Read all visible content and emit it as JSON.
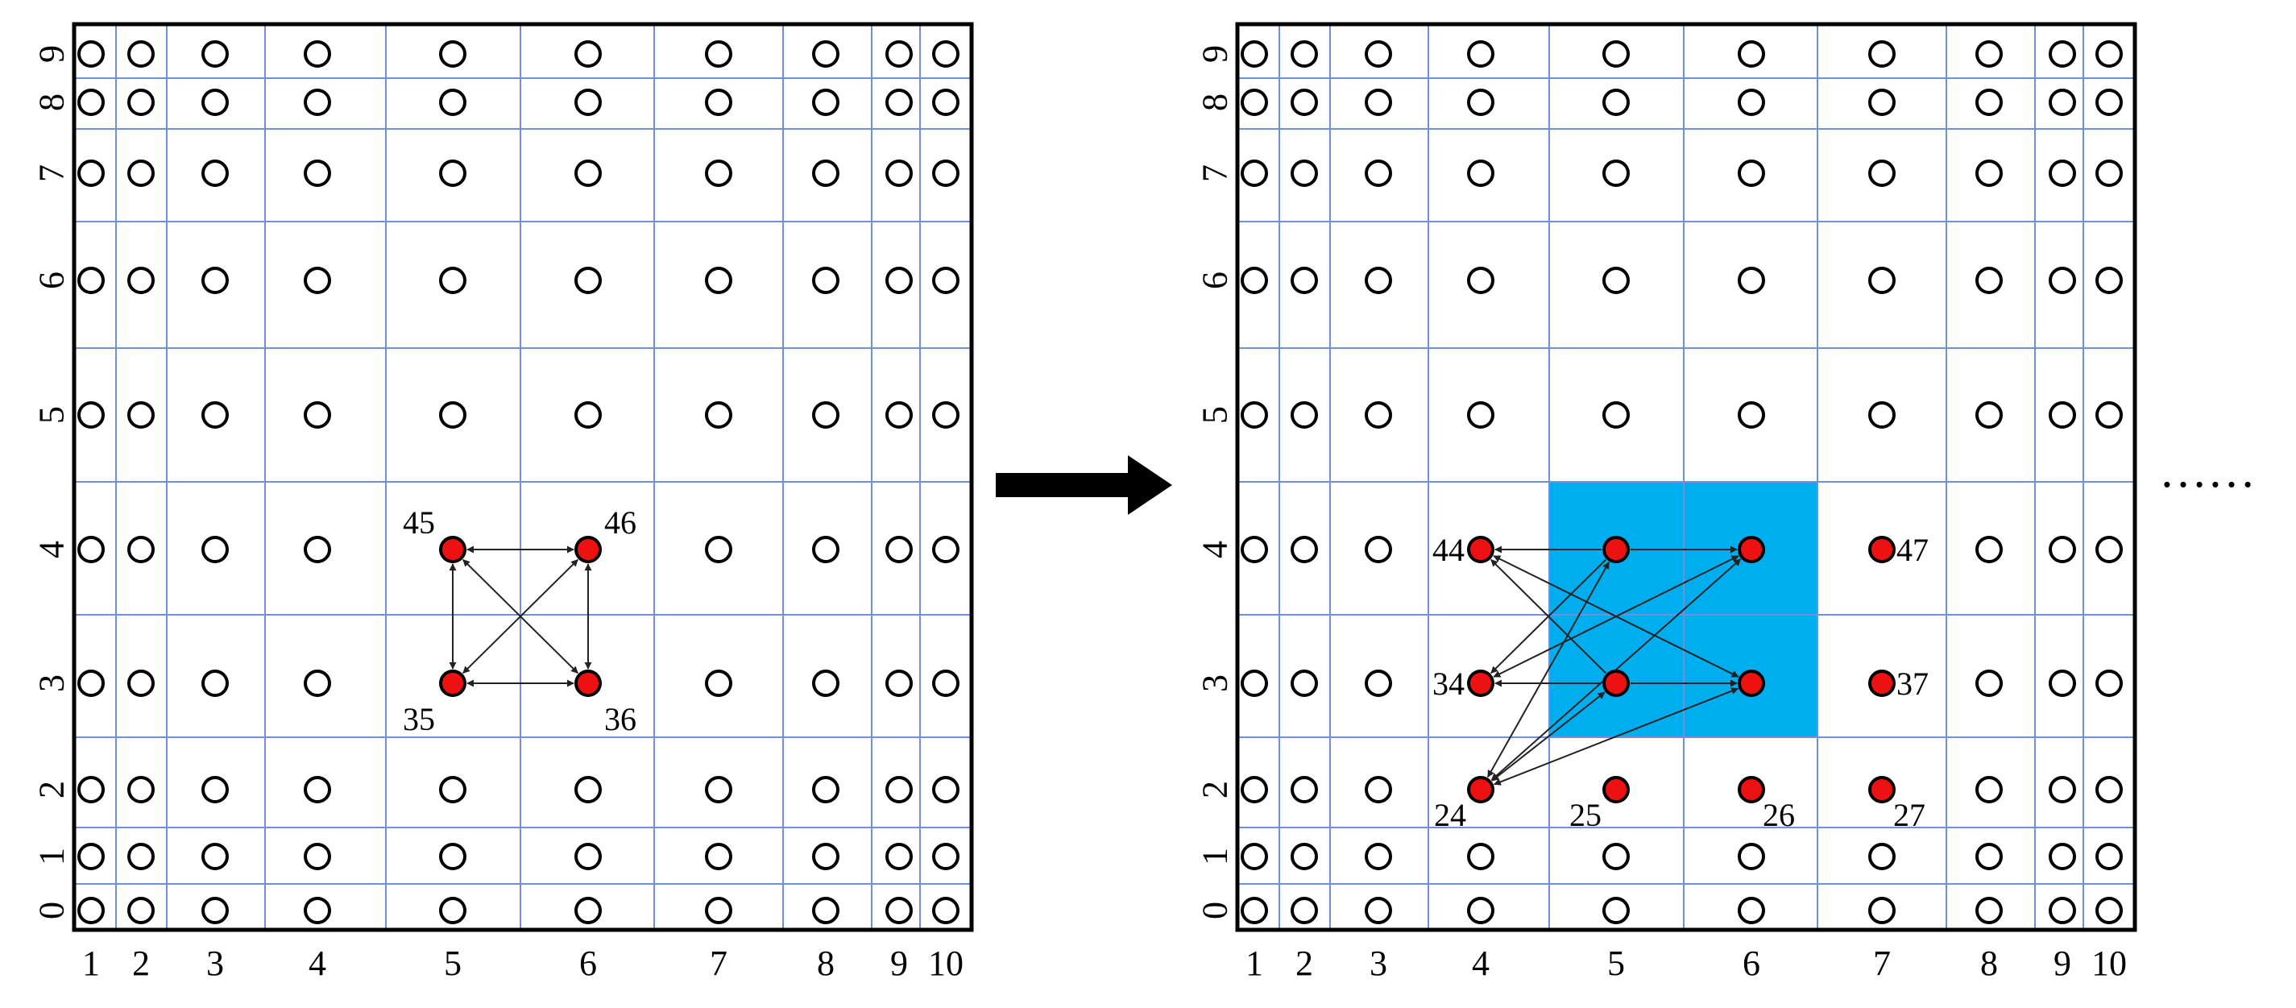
{
  "colors": {
    "grid_line": "#7090d8",
    "frame": "#000000",
    "node_empty_stroke": "#000000",
    "node_active_fill": "#ee1111",
    "highlight_fill": "#00aeef",
    "edge": "#222222",
    "transition_arrow": "#000000"
  },
  "panels": [
    {
      "id": "left",
      "x_ticks": [
        "1",
        "2",
        "3",
        "4",
        "5",
        "6",
        "7",
        "8",
        "9",
        "10"
      ],
      "y_ticks": [
        "0",
        "1",
        "2",
        "3",
        "4",
        "5",
        "6",
        "7",
        "8",
        "9"
      ],
      "highlight": null,
      "active_nodes": [
        {
          "col": 5,
          "row": 4,
          "label": "45",
          "label_pos": "upper-left"
        },
        {
          "col": 6,
          "row": 4,
          "label": "46",
          "label_pos": "upper-right"
        },
        {
          "col": 5,
          "row": 3,
          "label": "35",
          "label_pos": "lower-left"
        },
        {
          "col": 6,
          "row": 3,
          "label": "36",
          "label_pos": "lower-right"
        }
      ],
      "edges": [
        {
          "from": [
            5,
            4
          ],
          "to": [
            6,
            4
          ],
          "style": "both"
        },
        {
          "from": [
            5,
            3
          ],
          "to": [
            6,
            3
          ],
          "style": "both"
        },
        {
          "from": [
            5,
            4
          ],
          "to": [
            5,
            3
          ],
          "style": "both"
        },
        {
          "from": [
            6,
            4
          ],
          "to": [
            6,
            3
          ],
          "style": "both"
        },
        {
          "from": [
            5,
            4
          ],
          "to": [
            6,
            3
          ],
          "style": "both"
        },
        {
          "from": [
            6,
            4
          ],
          "to": [
            5,
            3
          ],
          "style": "both"
        }
      ]
    },
    {
      "id": "right",
      "x_ticks": [
        "1",
        "2",
        "3",
        "4",
        "5",
        "6",
        "7",
        "8",
        "9",
        "10"
      ],
      "y_ticks": [
        "0",
        "1",
        "2",
        "3",
        "4",
        "5",
        "6",
        "7",
        "8",
        "9"
      ],
      "highlight": {
        "col_from": 5,
        "col_to": 6,
        "row_from": 3,
        "row_to": 4
      },
      "active_nodes": [
        {
          "col": 4,
          "row": 4,
          "label": "44",
          "label_pos": "left"
        },
        {
          "col": 5,
          "row": 4,
          "label": "",
          "label_pos": "none"
        },
        {
          "col": 6,
          "row": 4,
          "label": "",
          "label_pos": "none"
        },
        {
          "col": 7,
          "row": 4,
          "label": "47",
          "label_pos": "right"
        },
        {
          "col": 4,
          "row": 3,
          "label": "34",
          "label_pos": "left"
        },
        {
          "col": 5,
          "row": 3,
          "label": "",
          "label_pos": "none"
        },
        {
          "col": 6,
          "row": 3,
          "label": "",
          "label_pos": "none"
        },
        {
          "col": 7,
          "row": 3,
          "label": "37",
          "label_pos": "right"
        },
        {
          "col": 4,
          "row": 2,
          "label": "24",
          "label_pos": "lower-left"
        },
        {
          "col": 5,
          "row": 2,
          "label": "25",
          "label_pos": "lower-left"
        },
        {
          "col": 6,
          "row": 2,
          "label": "26",
          "label_pos": "lower-right"
        },
        {
          "col": 7,
          "row": 2,
          "label": "27",
          "label_pos": "lower-right"
        }
      ],
      "edges": [
        {
          "from": [
            5,
            4
          ],
          "to": [
            6,
            4
          ],
          "style": "end"
        },
        {
          "from": [
            5,
            3
          ],
          "to": [
            6,
            3
          ],
          "style": "end"
        },
        {
          "from": [
            5,
            4
          ],
          "to": [
            4,
            4
          ],
          "style": "end"
        },
        {
          "from": [
            5,
            3
          ],
          "to": [
            4,
            3
          ],
          "style": "end"
        },
        {
          "from": [
            5,
            4
          ],
          "to": [
            4,
            3
          ],
          "style": "end"
        },
        {
          "from": [
            5,
            3
          ],
          "to": [
            4,
            4
          ],
          "style": "end"
        },
        {
          "from": [
            6,
            3
          ],
          "to": [
            4,
            4
          ],
          "style": "both"
        },
        {
          "from": [
            6,
            4
          ],
          "to": [
            4,
            3
          ],
          "style": "both"
        },
        {
          "from": [
            4,
            2
          ],
          "to": [
            5,
            4
          ],
          "style": "both"
        },
        {
          "from": [
            4,
            2
          ],
          "to": [
            6,
            4
          ],
          "style": "both"
        },
        {
          "from": [
            4,
            2
          ],
          "to": [
            5,
            3
          ],
          "style": "both"
        },
        {
          "from": [
            4,
            2
          ],
          "to": [
            6,
            3
          ],
          "style": "both"
        }
      ]
    }
  ],
  "continuation_mark": "……"
}
